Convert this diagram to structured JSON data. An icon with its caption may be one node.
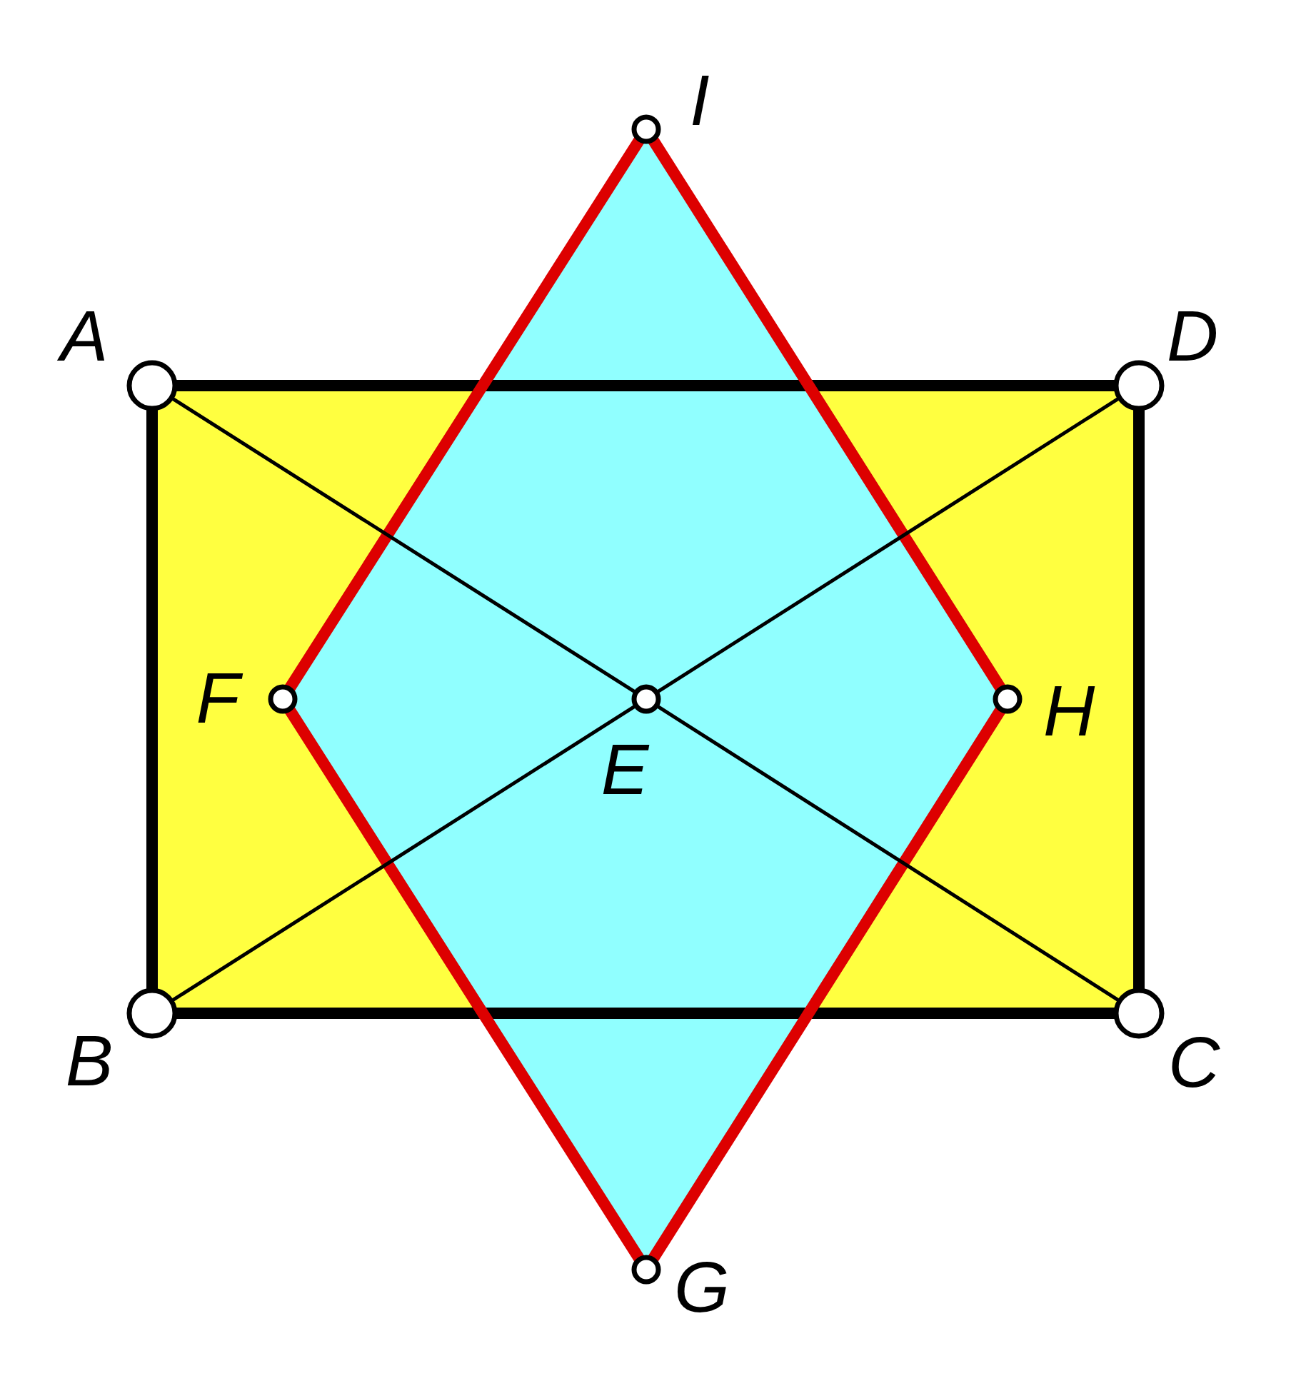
{
  "diagram": {
    "nodes": [
      {
        "text": [],
        "shape": "circle",
        "beside": [
          "I"
        ]
      },
      {
        "text": [],
        "shape": "circle",
        "beside": [
          "A"
        ]
      },
      {
        "text": [],
        "shape": "circle",
        "beside": [
          "D"
        ]
      },
      {
        "text": [],
        "shape": "circle",
        "beside": [
          "F"
        ]
      },
      {
        "text": [],
        "shape": "circle",
        "beside": [
          "E"
        ]
      },
      {
        "text": [],
        "shape": "circle",
        "beside": [
          "H"
        ]
      },
      {
        "text": [],
        "shape": "circle",
        "beside": [
          "B"
        ]
      },
      {
        "text": [],
        "shape": "circle",
        "beside": [
          "C"
        ]
      },
      {
        "text": [],
        "shape": "circle",
        "beside": [
          "G"
        ]
      }
    ],
    "edges": [
      {
        "from": 1,
        "to": 2,
        "arrow": "none"
      },
      {
        "from": 2,
        "to": 7,
        "arrow": "none"
      },
      {
        "from": 7,
        "to": 6,
        "arrow": "none"
      },
      {
        "from": 6,
        "to": 1,
        "arrow": "none"
      },
      {
        "from": 0,
        "to": 5,
        "arrow": "none",
        "color": "#dd0000"
      },
      {
        "from": 5,
        "to": 8,
        "arrow": "none",
        "color": "#dd0000"
      },
      {
        "from": 8,
        "to": 3,
        "arrow": "none",
        "color": "#dd0000"
      },
      {
        "from": 3,
        "to": 0,
        "arrow": "none",
        "color": "#dd0000"
      },
      {
        "from": 1,
        "to": 4,
        "arrow": "none"
      },
      {
        "from": 4,
        "to": 7,
        "arrow": "none"
      },
      {
        "from": 2,
        "to": 4,
        "arrow": "none"
      },
      {
        "from": 4,
        "to": 6,
        "arrow": "none"
      }
    ]
  }
}
